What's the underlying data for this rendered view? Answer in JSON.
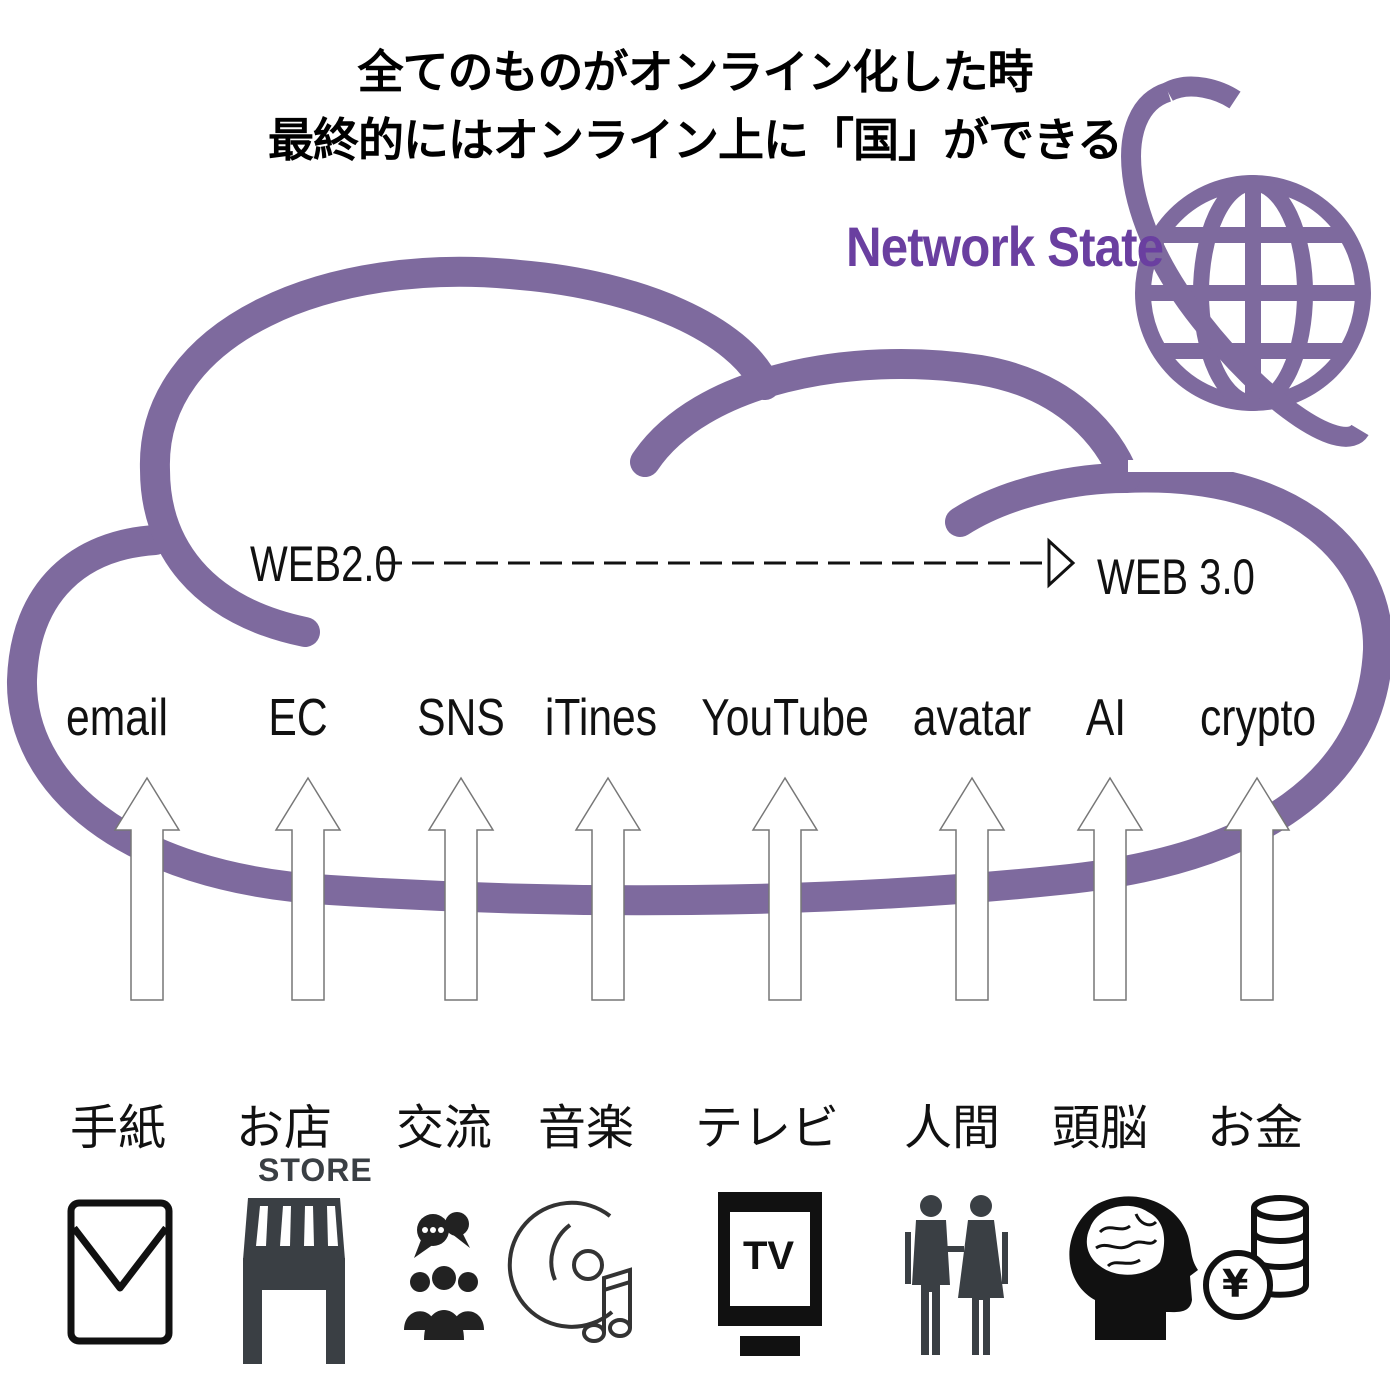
{
  "title": {
    "line1": "全てのものがオンライン化した時",
    "line2": "最終的にはオンライン上に「国」ができる"
  },
  "network_state": {
    "label": "Network State",
    "icon": "globe-icon"
  },
  "evolution": {
    "from": "WEB2.0",
    "to": "WEB 3.0"
  },
  "colors": {
    "cloud": "#7e6a9e",
    "accent_text": "#6a3fa0",
    "icon": "#2f3338"
  },
  "columns": [
    {
      "service": "email",
      "category": "手紙",
      "icon": "envelope-icon"
    },
    {
      "service": "EC",
      "category": "お店",
      "icon": "storefront-icon"
    },
    {
      "service": "SNS",
      "category": "交流",
      "icon": "chat-people-icon"
    },
    {
      "service": "iTines",
      "category": "音楽",
      "icon": "cd-music-icon"
    },
    {
      "service": "YouTube",
      "category": "テレビ",
      "icon": "tv-icon"
    },
    {
      "service": "avatar",
      "category": "人間",
      "icon": "people-icon"
    },
    {
      "service": "AI",
      "category": "頭脳",
      "icon": "brain-head-icon"
    },
    {
      "service": "crypto",
      "category": "お金",
      "icon": "yen-coins-icon"
    }
  ],
  "store_sign": "STORE",
  "tv_text": "TV",
  "yen_symbol": "¥"
}
